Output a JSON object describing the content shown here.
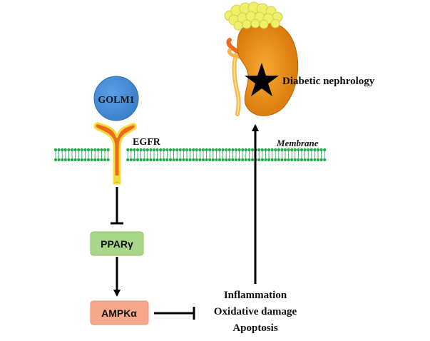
{
  "diagram": {
    "nodes": {
      "golm1": "GOLM1",
      "egfr": "EGFR",
      "membrane": "Membrane",
      "ppar": "PPARγ",
      "ampk": "AMPKα",
      "outcome": "Diabetic nephrology"
    },
    "effects": [
      "Inflammation",
      "Oxidative damage",
      "Apoptosis"
    ],
    "colors": {
      "golm1_fill": "#4a90d9",
      "egfr_fill": "#ef6a1e",
      "egfr_outline": "#f2dc3a",
      "membrane": "#22a84a",
      "ppar_fill": "#a8d78a",
      "ampk_fill": "#f5a88a",
      "kidney_fill": "#ec8f12",
      "kidney_fat": "#eef06a",
      "arrow": "#000000"
    },
    "edges": [
      {
        "from": "egfr",
        "to": "ppar",
        "type": "inhibition"
      },
      {
        "from": "ppar",
        "to": "ampk",
        "type": "activation"
      },
      {
        "from": "ampk",
        "to": "effects",
        "type": "inhibition"
      },
      {
        "from": "effects",
        "to": "outcome",
        "type": "activation"
      }
    ],
    "icons": [
      "kidney-icon",
      "star-icon",
      "receptor-icon",
      "lipid-bilayer"
    ]
  }
}
